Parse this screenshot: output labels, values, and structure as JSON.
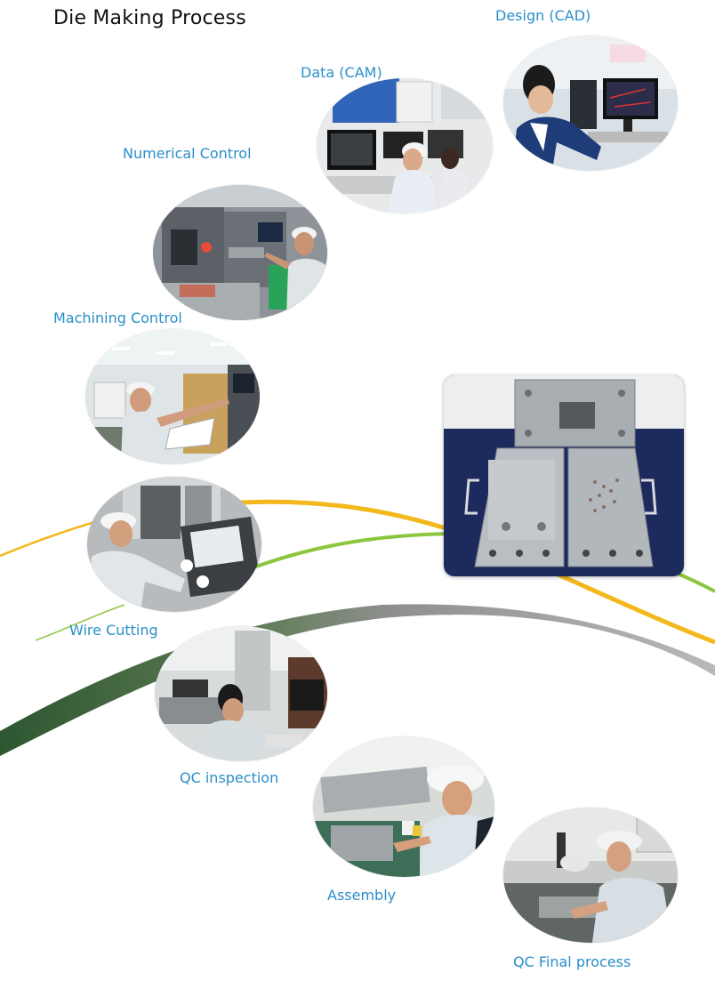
{
  "title": "Die Making Process",
  "steps": [
    {
      "label": "Design (CAD)"
    },
    {
      "label": "Data (CAM)"
    },
    {
      "label": "Numerical Control"
    },
    {
      "label": "Machining Control"
    },
    {
      "label": "Wire Cutting"
    },
    {
      "label": "QC inspection"
    },
    {
      "label": "Assembly"
    },
    {
      "label": "QC Final process"
    }
  ],
  "colors": {
    "label": "#2a8fc9",
    "curve_yellow": "#f2b81c",
    "curve_green": "#8cc63f",
    "curve_gray": "#9a9a9a",
    "curve_dark_green": "#2f5a34"
  }
}
